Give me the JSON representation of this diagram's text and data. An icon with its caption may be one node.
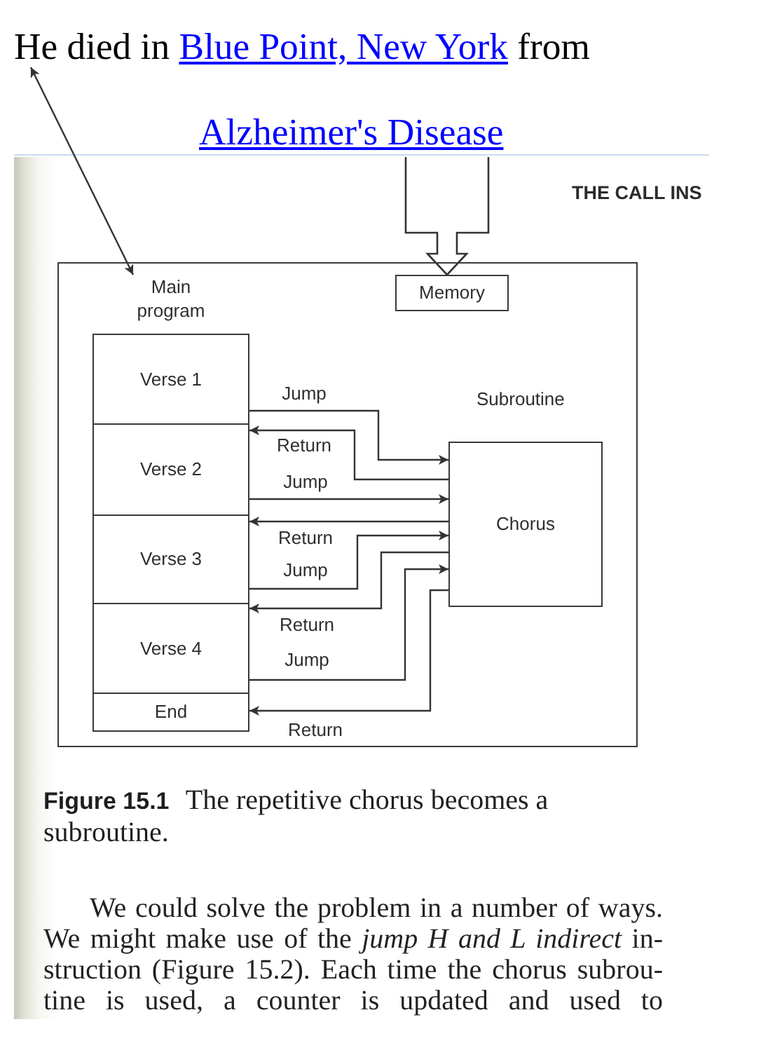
{
  "diagram": {
    "caption": "**Figure 15.1** The repetitive chorus becomes a subroutine.",
    "nodes": [
      {
        "text": [
          "He died in",
          "Blue Point, New York",
          "from"
        ]
      },
      {
        "text": [],
        "shape": "box"
      },
      {
        "text": [
          "Main program"
        ],
        "in": 1
      },
      {
        "text": [
          "Memory"
        ],
        "in": 1
      },
      {
        "text": [
          "Verse 1"
        ],
        "in": 1
      },
      {
        "text": [
          "Verse 2"
        ],
        "in": 1
      },
      {
        "text": [
          "Verse 3"
        ],
        "in": 1
      },
      {
        "text": [
          "Verse 4"
        ],
        "in": 1
      },
      {
        "text": [
          "End"
        ],
        "in": 1
      },
      {
        "text": [
          "Chorus"
        ],
        "in": 1
      }
    ],
    "edges": [
      {
        "from": 0,
        "to": 2,
        "arrow": "both"
      },
      {
        "from": null,
        "to": 3,
        "arrow": "to",
        "style": "thick"
      },
      {
        "from": 4,
        "to": 9,
        "arrow": "to",
        "label": "Jump"
      },
      {
        "from": 9,
        "to": 5,
        "arrow": "to",
        "label": "Return"
      },
      {
        "from": 5,
        "to": 9,
        "arrow": "to",
        "label": "Jump"
      },
      {
        "from": 9,
        "to": 6,
        "arrow": "to",
        "label": "Return"
      },
      {
        "from": 6,
        "to": 9,
        "arrow": "to",
        "label": "Jump"
      },
      {
        "from": 9,
        "to": 7,
        "arrow": "to",
        "label": "Return"
      },
      {
        "from": 7,
        "to": 9,
        "arrow": "to",
        "label": "Jump"
      },
      {
        "from": 9,
        "to": 8,
        "arrow": "to",
        "label": "Return"
      }
    ],
    "labels": [
      "Alzheimer's Disease",
      "THE CALL INS",
      "Subroutine",
      "We could solve the problem in a number of ways. We might make use of the *jump H and L indirect* in-struction (Figure 15.2). Each time the chorus subrou-tine is used, a counter is updated and used to"
    ]
  }
}
